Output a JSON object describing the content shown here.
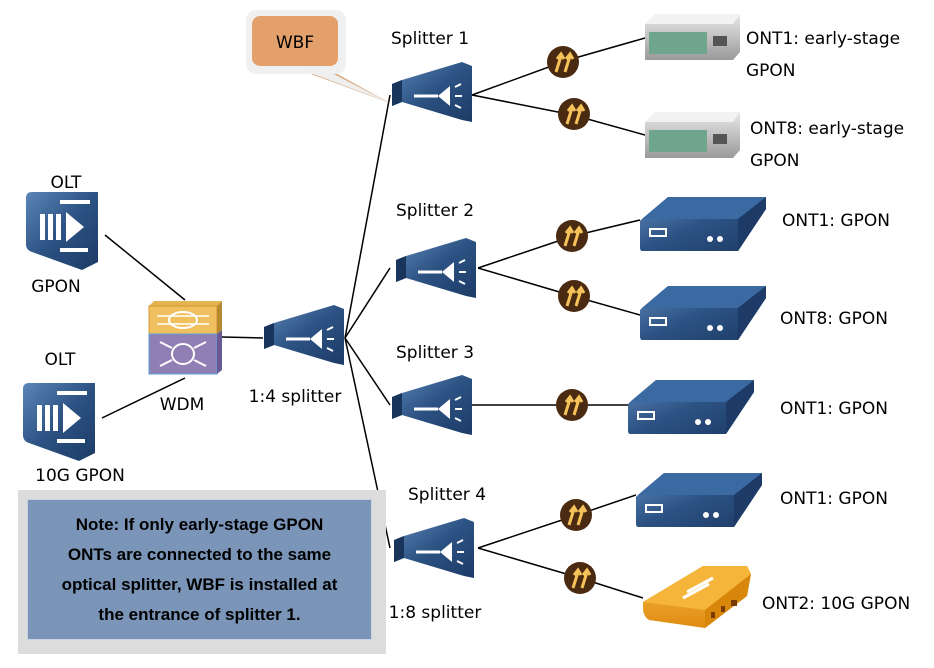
{
  "callout": {
    "label": "WBF"
  },
  "olts": [
    {
      "top": "OLT",
      "bottom": "GPON"
    },
    {
      "top": "OLT",
      "bottom": "10G GPON"
    }
  ],
  "wdm": {
    "label": "WDM"
  },
  "main_splitter": {
    "label": "1:4 splitter"
  },
  "splitters": [
    {
      "label": "Splitter 1"
    },
    {
      "label": "Splitter 2"
    },
    {
      "label": "Splitter 3"
    },
    {
      "label": "Splitter 4",
      "ratio": "1:8 splitter"
    }
  ],
  "onts": [
    {
      "line1": "ONT1:  early-stage",
      "line2": "GPON",
      "type": "legacy-gray"
    },
    {
      "line1": "ONT8:  early-stage",
      "line2": "GPON",
      "type": "legacy-gray"
    },
    {
      "line1": "ONT1: GPON",
      "type": "gpon-blue"
    },
    {
      "line1": "ONT8: GPON",
      "type": "gpon-blue"
    },
    {
      "line1": "ONT1: GPON",
      "type": "gpon-blue"
    },
    {
      "line1": "ONT1: GPON",
      "type": "gpon-blue"
    },
    {
      "line1": "ONT2: 10G GPON",
      "type": "xgpon-orange"
    }
  ],
  "note": {
    "lines": [
      "Note: If only early-stage GPON",
      "ONTs are connected to the same",
      "optical splitter, WBF is installed at",
      "the entrance of splitter 1."
    ]
  },
  "colors": {
    "device_blue": "#2c5283",
    "callout_orange": "#e3a06a",
    "note_bg": "#7b95b9",
    "amp_brown": "#4a2a10",
    "ont_orange": "#f0a020"
  }
}
